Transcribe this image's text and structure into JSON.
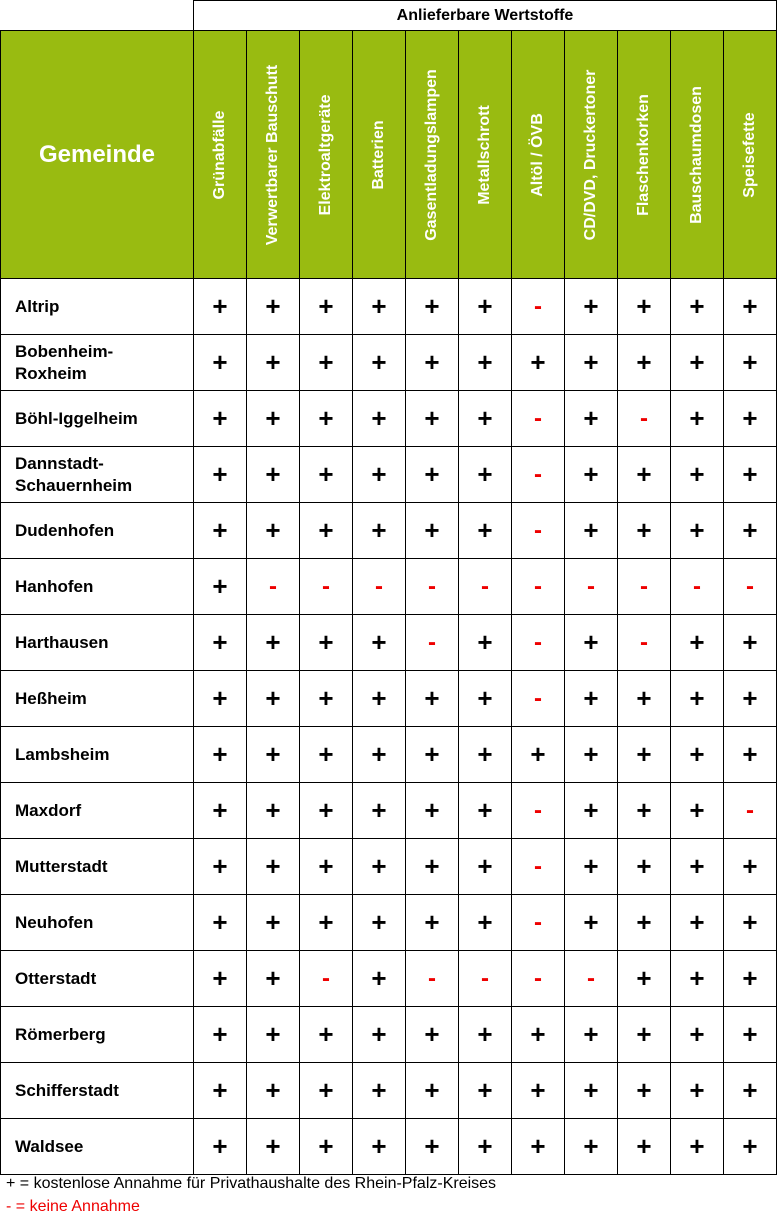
{
  "header": {
    "group_title": "Anlieferbare Wertstoffe",
    "gemeinde_label": "Gemeinde"
  },
  "columns": [
    "Grünabfälle",
    "Verwertbarer Bauschutt",
    "Elektroaltgeräte",
    "Batterien",
    "Gasentladungslampen",
    "Metallschrott",
    "Altöl / ÖVB",
    "CD/DVD, Druckertoner",
    "Flaschenkorken",
    "Bauschaumdosen",
    "Speisefette"
  ],
  "rows": [
    {
      "name": "Altrip",
      "values": [
        "+",
        "+",
        "+",
        "+",
        "+",
        "+",
        "-",
        "+",
        "+",
        "+",
        "+"
      ]
    },
    {
      "name": "Bobenheim-\nRoxheim",
      "values": [
        "+",
        "+",
        "+",
        "+",
        "+",
        "+",
        "+",
        "+",
        "+",
        "+",
        "+"
      ]
    },
    {
      "name": "Böhl-Iggelheim",
      "values": [
        "+",
        "+",
        "+",
        "+",
        "+",
        "+",
        "-",
        "+",
        "-",
        "+",
        "+"
      ]
    },
    {
      "name": "Dannstadt-\nSchauernheim",
      "values": [
        "+",
        "+",
        "+",
        "+",
        "+",
        "+",
        "-",
        "+",
        "+",
        "+",
        "+"
      ]
    },
    {
      "name": "Dudenhofen",
      "values": [
        "+",
        "+",
        "+",
        "+",
        "+",
        "+",
        "-",
        "+",
        "+",
        "+",
        "+"
      ]
    },
    {
      "name": "Hanhofen",
      "values": [
        "+",
        "-",
        "-",
        "-",
        "-",
        "-",
        "-",
        "-",
        "-",
        "-",
        "-"
      ]
    },
    {
      "name": "Harthausen",
      "values": [
        "+",
        "+",
        "+",
        "+",
        "-",
        "+",
        "-",
        "+",
        "-",
        "+",
        "+"
      ]
    },
    {
      "name": "Heßheim",
      "values": [
        "+",
        "+",
        "+",
        "+",
        "+",
        "+",
        "-",
        "+",
        "+",
        "+",
        "+"
      ]
    },
    {
      "name": "Lambsheim",
      "values": [
        "+",
        "+",
        "+",
        "+",
        "+",
        "+",
        "+",
        "+",
        "+",
        "+",
        "+"
      ]
    },
    {
      "name": "Maxdorf",
      "values": [
        "+",
        "+",
        "+",
        "+",
        "+",
        "+",
        "-",
        "+",
        "+",
        "+",
        "-"
      ]
    },
    {
      "name": "Mutterstadt",
      "values": [
        "+",
        "+",
        "+",
        "+",
        "+",
        "+",
        "-",
        "+",
        "+",
        "+",
        "+"
      ]
    },
    {
      "name": "Neuhofen",
      "values": [
        "+",
        "+",
        "+",
        "+",
        "+",
        "+",
        "-",
        "+",
        "+",
        "+",
        "+"
      ]
    },
    {
      "name": "Otterstadt",
      "values": [
        "+",
        "+",
        "-",
        "+",
        "-",
        "-",
        "-",
        "-",
        "+",
        "+",
        "+"
      ]
    },
    {
      "name": "Römerberg",
      "values": [
        "+",
        "+",
        "+",
        "+",
        "+",
        "+",
        "+",
        "+",
        "+",
        "+",
        "+"
      ]
    },
    {
      "name": "Schifferstadt",
      "values": [
        "+",
        "+",
        "+",
        "+",
        "+",
        "+",
        "+",
        "+",
        "+",
        "+",
        "+"
      ]
    },
    {
      "name": "Waldsee",
      "values": [
        "+",
        "+",
        "+",
        "+",
        "+",
        "+",
        "+",
        "+",
        "+",
        "+",
        "+"
      ]
    }
  ],
  "legend": {
    "plus": "+  = kostenlose Annahme für Privathaushalte des Rhein-Pfalz-Kreises",
    "minus": " -  = keine Annahme"
  }
}
